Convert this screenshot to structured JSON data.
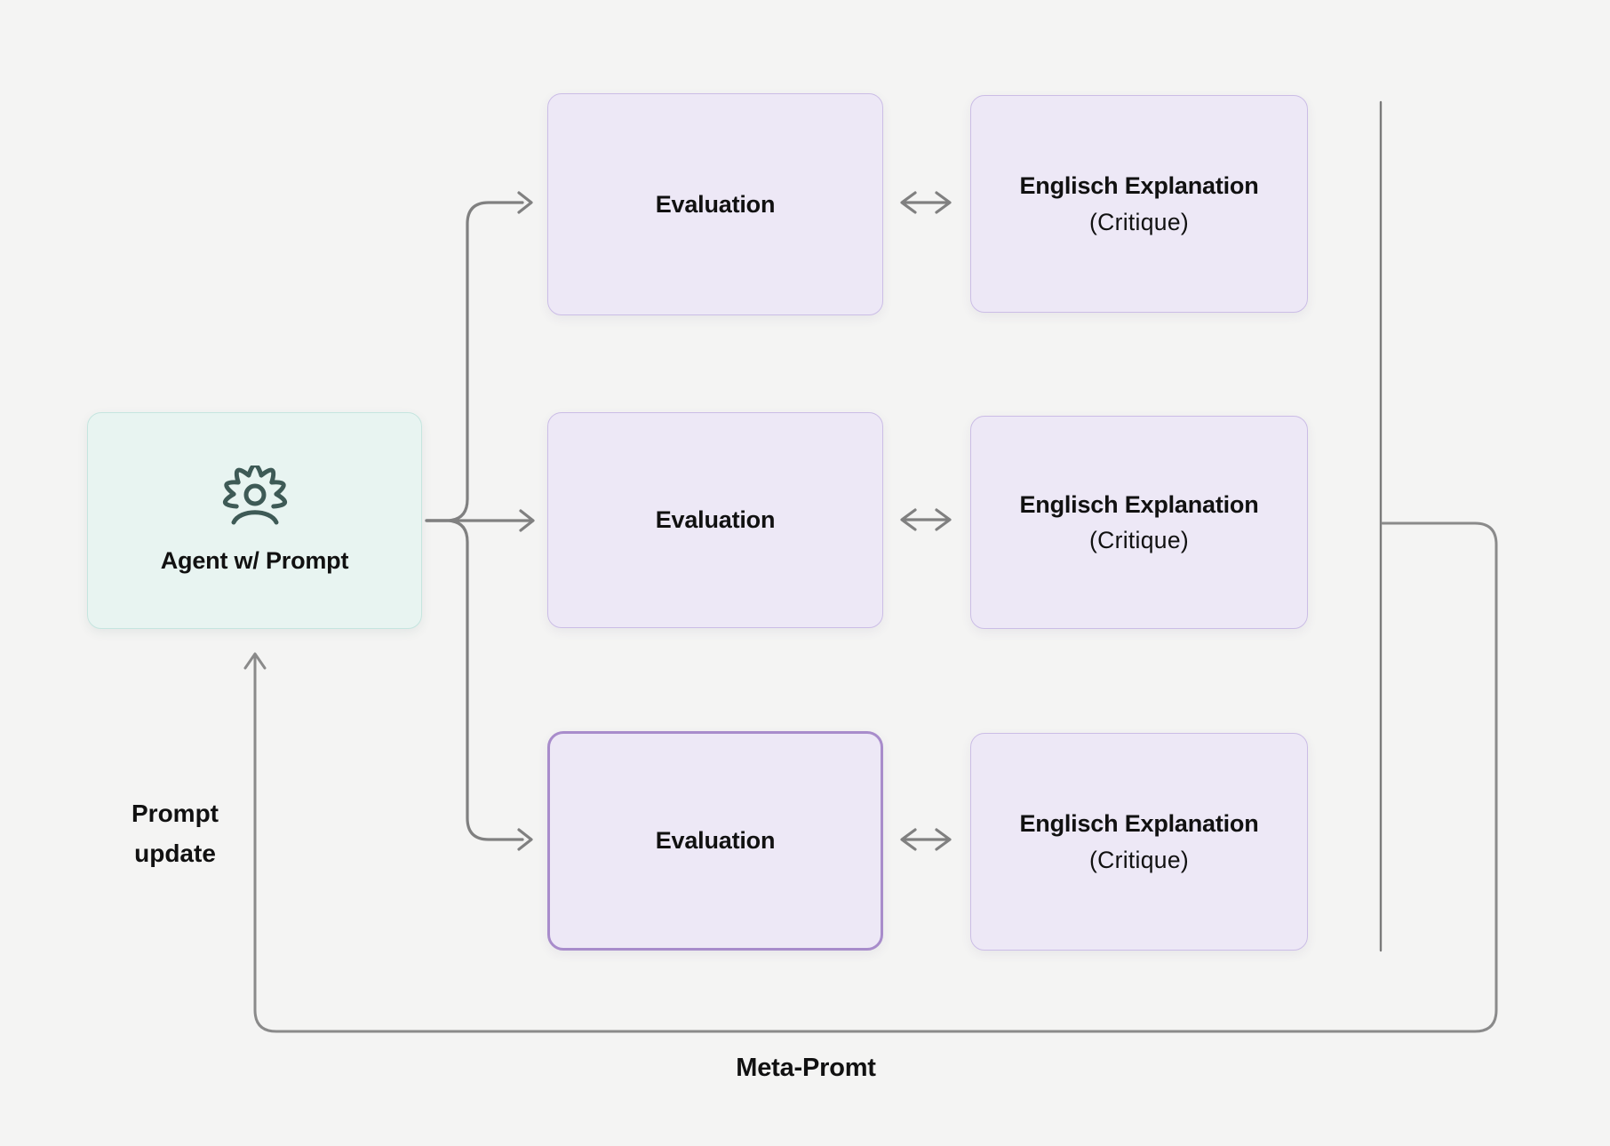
{
  "canvas": {
    "background": "#f4f4f3"
  },
  "colors": {
    "canvas_bg": "#f4f4f3",
    "node_fill_purple": "#ede8f6",
    "node_border_purple": "#cbbde6",
    "node_border_highlight": "#a88ccb",
    "agent_fill": "#e8f4f1",
    "agent_border": "#c5e5df",
    "icon_stroke": "#3e5a56",
    "connector_gray": "#808080",
    "loop_gray": "#8a8a8a",
    "rule_gray": "#7a7a7a",
    "text_color": "#111111"
  },
  "agent": {
    "label": "Agent w/ Prompt",
    "icon": "user-gear-icon"
  },
  "rows": [
    {
      "evaluation": {
        "label": "Evaluation",
        "highlighted": false
      },
      "explanation": {
        "title": "Englisch Explanation",
        "subtitle": "(Critique)"
      }
    },
    {
      "evaluation": {
        "label": "Evaluation",
        "highlighted": false
      },
      "explanation": {
        "title": "Englisch Explanation",
        "subtitle": "(Critique)"
      }
    },
    {
      "evaluation": {
        "label": "Evaluation",
        "highlighted": true
      },
      "explanation": {
        "title": "Englisch Explanation",
        "subtitle": "(Critique)"
      }
    }
  ],
  "labels": {
    "prompt_update_lines": [
      "Prompt",
      "update"
    ],
    "meta_prompt": "Meta-Promt"
  }
}
